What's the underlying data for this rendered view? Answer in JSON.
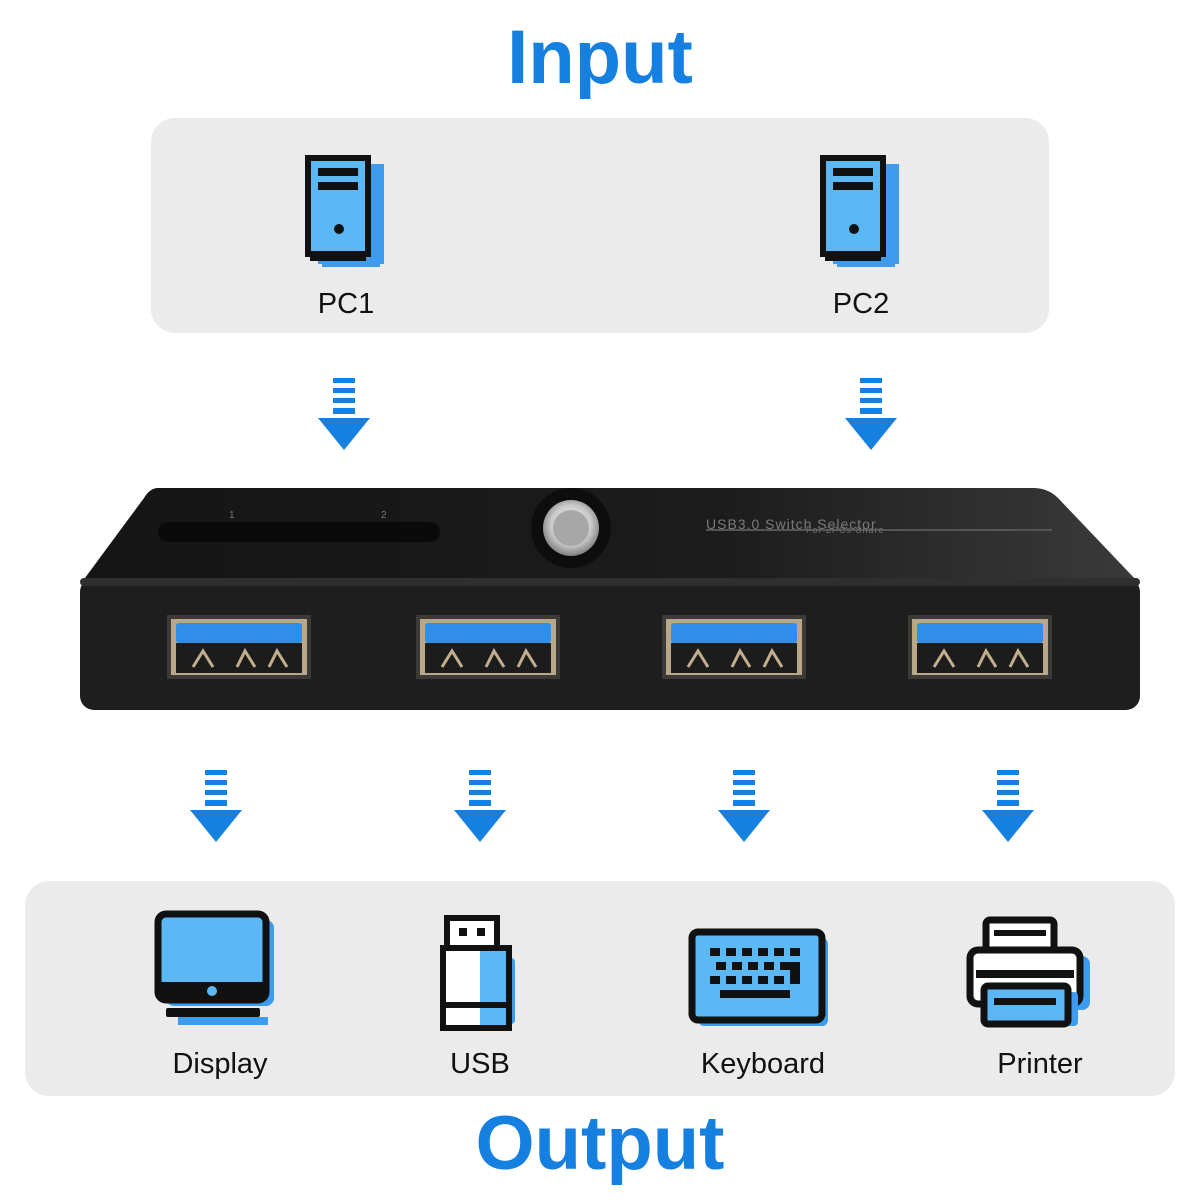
{
  "heading_input": "Input",
  "heading_output": "Output",
  "colors": {
    "accent": "#1580e0",
    "icon_fill": "#5bb8f5",
    "icon_shadow": "#3d9bf0",
    "panel": "#ebebeb",
    "device_body": "#1e1e1e"
  },
  "inputs": [
    {
      "label": "PC1",
      "icon": "computer-tower-icon"
    },
    {
      "label": "PC2",
      "icon": "computer-tower-icon"
    }
  ],
  "switch": {
    "title": "USB3.0 Switch Selector",
    "subtitle": "For 2PCs Share",
    "led_labels": [
      "1",
      "2"
    ],
    "port_count": 4
  },
  "outputs": [
    {
      "label": "Display",
      "icon": "monitor-icon"
    },
    {
      "label": "USB",
      "icon": "usb-drive-icon"
    },
    {
      "label": "Keyboard",
      "icon": "keyboard-icon"
    },
    {
      "label": "Printer",
      "icon": "printer-icon"
    }
  ]
}
